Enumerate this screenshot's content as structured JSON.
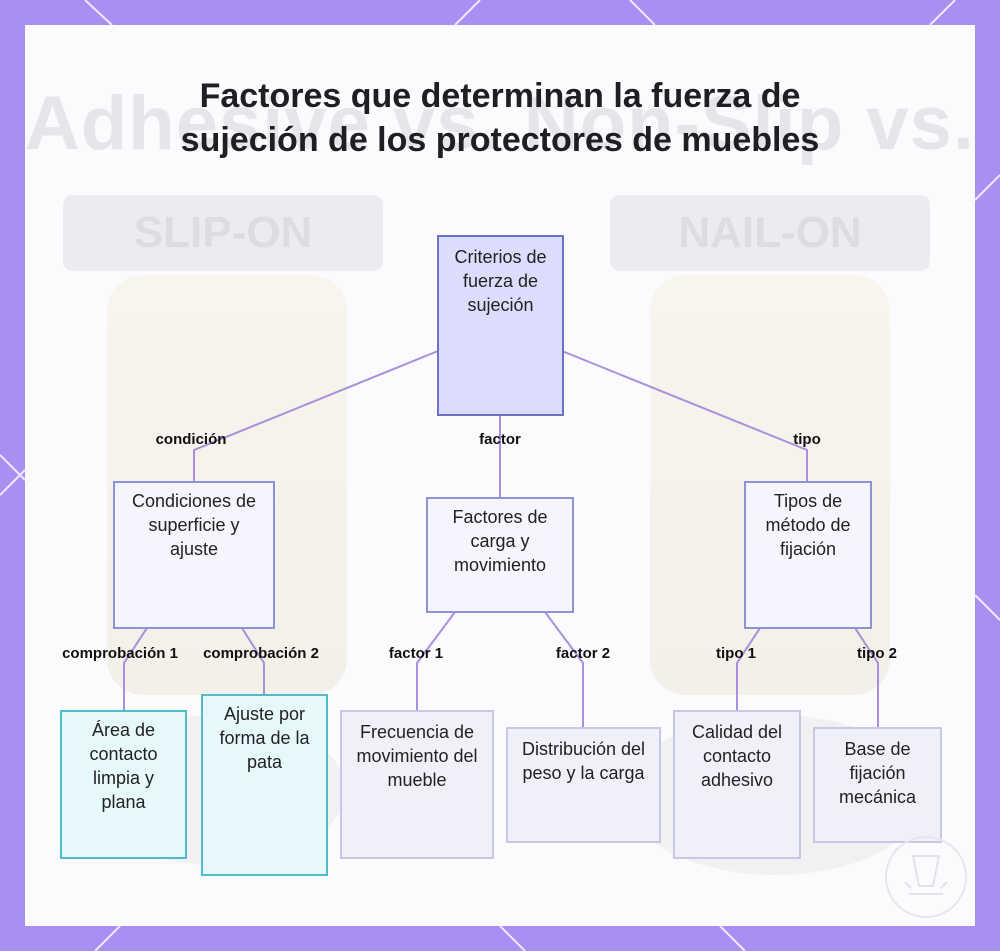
{
  "title": "Factores que determinan la fuerza de sujeción de los protectores de muebles",
  "colors": {
    "background": "#a98ff2",
    "panel": "#fbfbfd",
    "edge": "#a98fdc",
    "root_fill": "#dcdcfc",
    "root_border": "#6c72c4",
    "mid_border": "#8c94d4",
    "leaf_cyan_border": "#4ebccb",
    "leaf_lav_border": "#c6c8e6"
  },
  "root": {
    "label": "Criterios de fuerza de sujeción"
  },
  "branches": [
    {
      "edge_label": "condición",
      "label": "Condiciones de superficie y ajuste",
      "children": [
        {
          "edge_label": "comprobación 1",
          "label": "Área de contacto limpia y plana"
        },
        {
          "edge_label": "comprobación 2",
          "label": "Ajuste por forma de la pata"
        }
      ]
    },
    {
      "edge_label": "factor",
      "label": "Factores de carga y movimiento",
      "children": [
        {
          "edge_label": "factor 1",
          "label": "Frecuencia de movimiento del mueble"
        },
        {
          "edge_label": "factor 2",
          "label": "Distribución del peso y la carga"
        }
      ]
    },
    {
      "edge_label": "tipo",
      "label": "Tipos de método de fijación",
      "children": [
        {
          "edge_label": "tipo 1",
          "label": "Calidad del contacto adhesivo"
        },
        {
          "edge_label": "tipo 2",
          "label": "Base de fijación mecánica"
        }
      ]
    }
  ],
  "background_text": {
    "headline": "Adhesive vs. Non-Slip vs. Tap-On",
    "tag_left": "SLIP-ON",
    "tag_right": "NAIL-ON"
  }
}
